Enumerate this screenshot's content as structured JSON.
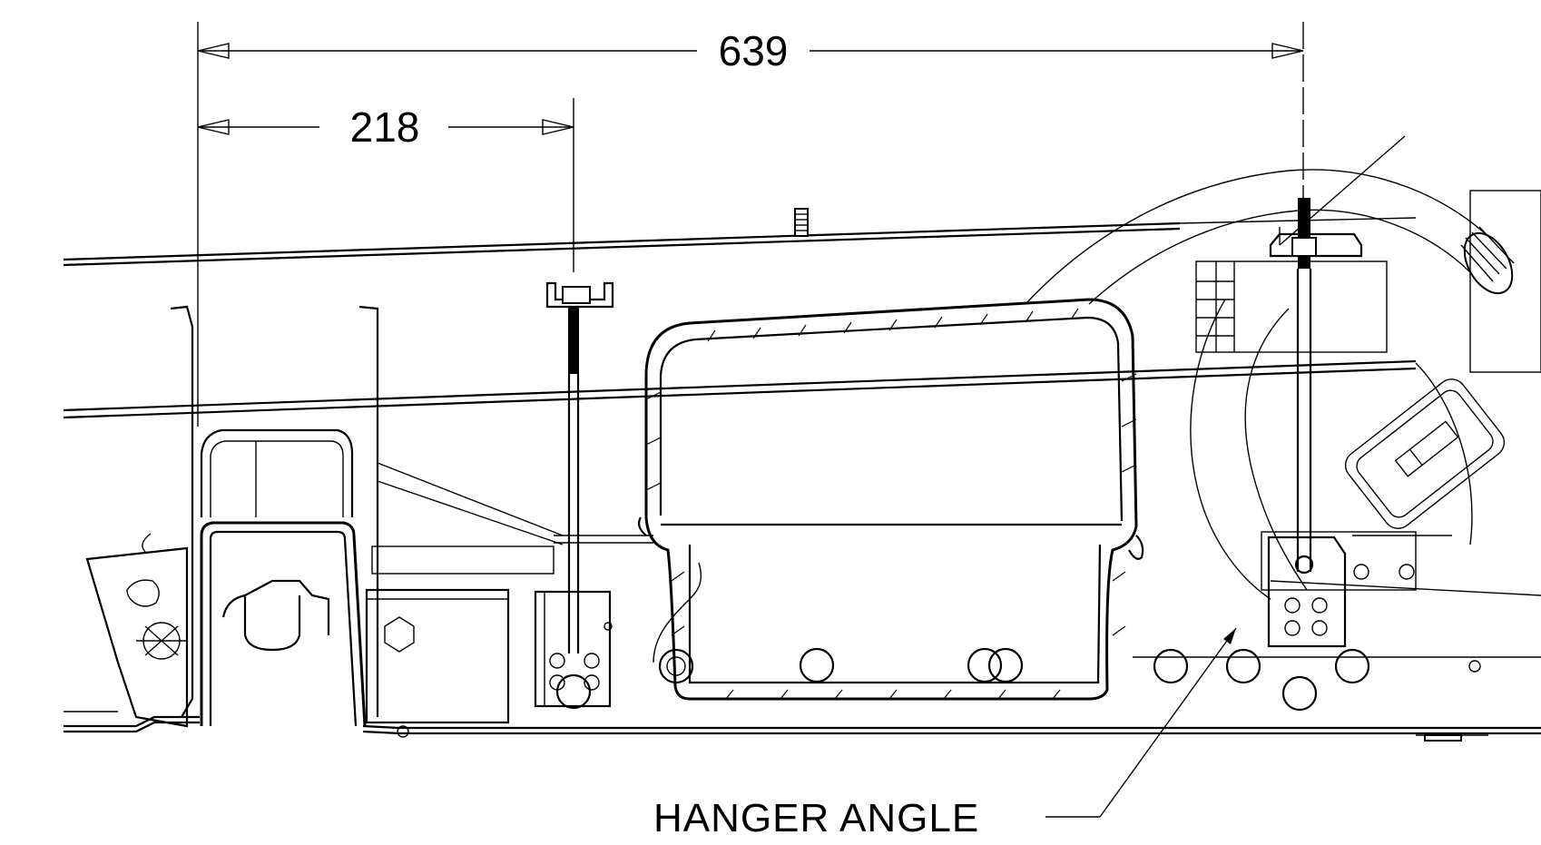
{
  "dimensions": {
    "overall": "639",
    "partial": "218"
  },
  "callouts": {
    "hanger_angle": "HANGER ANGLE"
  },
  "colors": {
    "line": "#000000",
    "background": "#ffffff"
  }
}
